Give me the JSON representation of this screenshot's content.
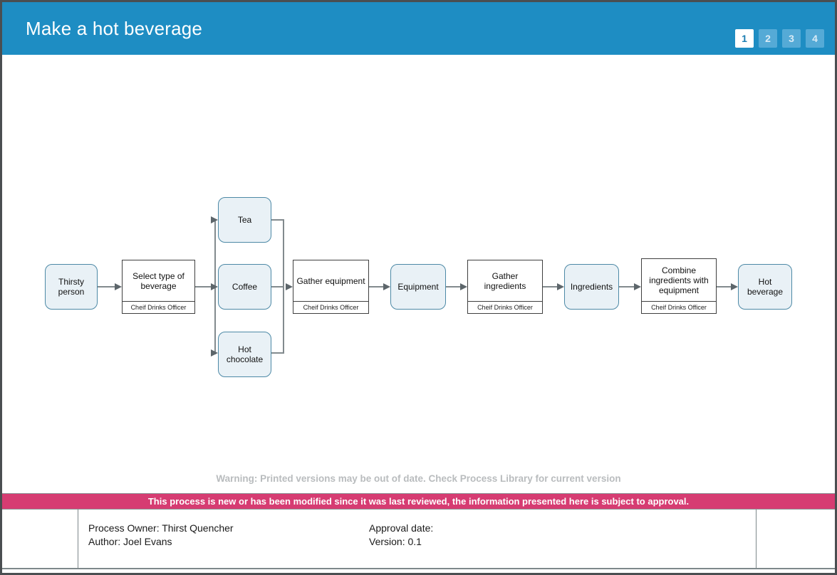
{
  "header": {
    "title": "Make a hot beverage",
    "pages": [
      "1",
      "2",
      "3",
      "4"
    ],
    "active_page": "1"
  },
  "diagram": {
    "role_label": "Cheif Drinks Officer",
    "nodes": [
      {
        "label": "Thirsty person",
        "type": "resource"
      },
      {
        "label": "Select type of beverage",
        "type": "activity"
      },
      {
        "label": "Tea",
        "type": "resource"
      },
      {
        "label": "Coffee",
        "type": "resource"
      },
      {
        "label": "Hot chocolate",
        "type": "resource"
      },
      {
        "label": "Gather equipment",
        "type": "activity"
      },
      {
        "label": "Equipment",
        "type": "resource"
      },
      {
        "label": "Gather ingredients",
        "type": "activity"
      },
      {
        "label": "Ingredients",
        "type": "resource"
      },
      {
        "label": "Combine ingredients with equipment",
        "type": "activity"
      },
      {
        "label": "Hot beverage",
        "type": "resource"
      }
    ]
  },
  "notices": {
    "warning": "Warning: Printed versions may be out of date. Check Process Library for current version",
    "approval": "This process is new or has been modified since it was last reviewed, the information presented here is subject to approval."
  },
  "footer": {
    "process_owner": "Process Owner: Thirst Quencher",
    "author": "Author: Joel Evans",
    "approval_date": "Approval date:",
    "version": "Version: 0.1"
  },
  "colors": {
    "header_bg": "#1e8dc3",
    "page_button_bg": "#55aad6",
    "banner_bg": "#d63c72",
    "node_fill": "#e9f1f6",
    "node_border": "#4d89a6",
    "warning_text": "#b9bcbe"
  }
}
